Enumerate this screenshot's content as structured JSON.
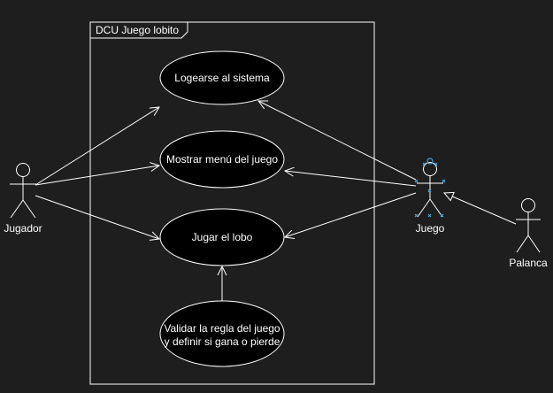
{
  "frame": {
    "title": "DCU Juego lobito"
  },
  "use_cases": {
    "login": "Logearse al sistema",
    "menu": "Mostrar menú del juego",
    "play": "Jugar el lobo",
    "validate_line1": "Validar la regla del juego",
    "validate_line2": "y definir si gana o pierde"
  },
  "actors": {
    "jugador": "Jugador",
    "juego": "Juego",
    "palanca": "Palanca"
  },
  "colors": {
    "background": "#1e1e1e",
    "ellipse_fill": "#000000",
    "stroke": "#ffffff",
    "selected": "#4ea4d9"
  }
}
